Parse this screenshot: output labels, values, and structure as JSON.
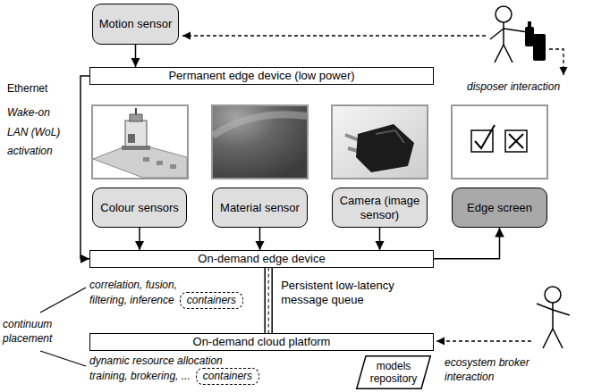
{
  "diagram": {
    "nodes": [
      {
        "text": [
          "Motion sensor"
        ]
      },
      {
        "text": [
          "Permanent edge device (low power)"
        ]
      },
      {
        "text": [
          "Colour sensors"
        ]
      },
      {
        "text": [
          "Material sensor"
        ]
      },
      {
        "text": [
          "Camera (image sensor)"
        ]
      },
      {
        "text": [
          "Edge screen"
        ]
      },
      {
        "text": [
          "On-demand edge device"
        ]
      },
      {
        "text": [
          "containers"
        ]
      },
      {
        "text": [
          "On-demand cloud platform"
        ]
      },
      {
        "text": [
          "containers"
        ]
      },
      {
        "text": [
          "models repository"
        ]
      }
    ],
    "edges": [
      {
        "from": 0,
        "to": 1,
        "arrow": "to"
      },
      {
        "from": 1,
        "to": 6,
        "arrow": "to"
      },
      {
        "from": 2,
        "to": 6,
        "arrow": "to"
      },
      {
        "from": 3,
        "to": 6,
        "arrow": "to"
      },
      {
        "from": 4,
        "to": 6,
        "arrow": "to"
      },
      {
        "from": 6,
        "to": 5,
        "arrow": "to"
      },
      {
        "from": 6,
        "to": 8,
        "label": "Persistent low-latency message queue",
        "arrow": "none"
      }
    ],
    "labels": [
      "Ethernet",
      "Wake-on LAN (WoL) activation",
      "disposer interaction",
      "correlation, fusion, filtering, inference",
      "continuum placement",
      "dynamic resource allocation training, brokering, ...",
      "ecosystem broker interaction"
    ]
  }
}
